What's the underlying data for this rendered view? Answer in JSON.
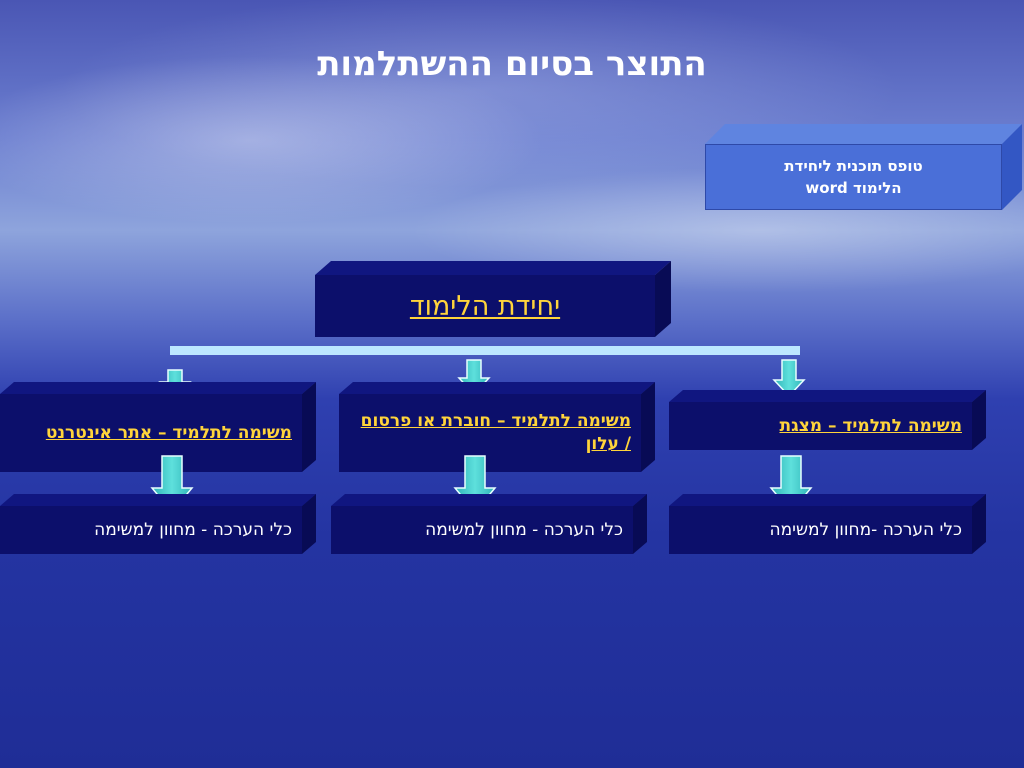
{
  "title": "התוצר בסיום ההשתלמות",
  "tip_box": {
    "line1": "טופס תוכנית ליחידת",
    "line2": "הלימוד word"
  },
  "unit_box": {
    "label": "יחידת הלימוד"
  },
  "tasks": [
    {
      "label": "משימה לתלמיד – אתר אינטרנט"
    },
    {
      "label": "משימה לתלמיד – חוברת או פרסום / עלון"
    },
    {
      "label": "משימה לתלמיד – מצגת"
    }
  ],
  "assessments": [
    {
      "label": "כלי הערכה - מחוון למשימה"
    },
    {
      "label": "כלי הערכה - מחוון למשימה"
    },
    {
      "label": "כלי הערכה -מחוון למשימה"
    }
  ],
  "colors": {
    "box_dark": "#0c0f6b",
    "link_yellow": "#ffd43b",
    "arrow_teal": "#3cc8c8",
    "connector_bar": "#bde8ff",
    "tip_box": "#4a6fd8"
  }
}
